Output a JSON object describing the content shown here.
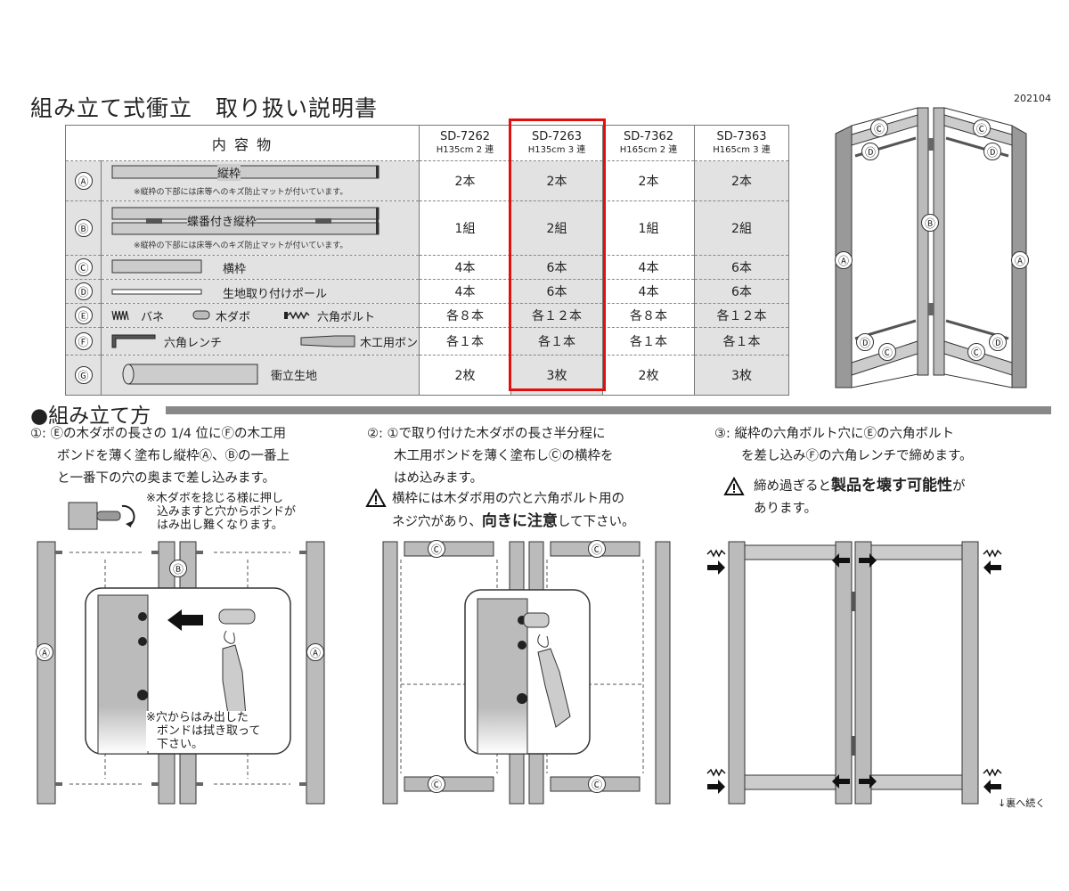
{
  "title": "組み立て式衝立　取り扱い説明書",
  "doc_code": "202104",
  "table": {
    "header_label": "内 容 物",
    "models": [
      {
        "code": "SD-7262",
        "spec": "H135cm 2 連"
      },
      {
        "code": "SD-7263",
        "spec": "H135cm 3 連"
      },
      {
        "code": "SD-7362",
        "spec": "H165cm 2 連"
      },
      {
        "code": "SD-7363",
        "spec": "H165cm 3 連"
      }
    ],
    "rows": [
      {
        "label": "Ⓐ",
        "name": "縦枠",
        "note": "※縦枠の下部には床等へのキズ防止マットが付いています。",
        "qty": [
          "2本",
          "2本",
          "2本",
          "2本"
        ]
      },
      {
        "label": "Ⓑ",
        "name": "蝶番付き縦枠",
        "note": "※縦枠の下部には床等へのキズ防止マットが付いています。",
        "qty": [
          "1組",
          "2組",
          "1組",
          "2組"
        ]
      },
      {
        "label": "Ⓒ",
        "name": "横枠",
        "qty": [
          "4本",
          "6本",
          "4本",
          "6本"
        ]
      },
      {
        "label": "Ⓓ",
        "name": "生地取り付けポール",
        "qty": [
          "4本",
          "6本",
          "4本",
          "6本"
        ]
      },
      {
        "label": "Ⓔ",
        "items": [
          "バネ",
          "木ダボ",
          "六角ボルト"
        ],
        "qty": [
          "各８本",
          "各１２本",
          "各８本",
          "各１２本"
        ]
      },
      {
        "label": "Ⓕ",
        "items": [
          "六角レンチ",
          "木工用ボンド"
        ],
        "qty": [
          "各１本",
          "各１本",
          "各１本",
          "各１本"
        ]
      },
      {
        "label": "Ⓖ",
        "name": "衝立生地",
        "qty": [
          "2枚",
          "3枚",
          "2枚",
          "3枚"
        ]
      }
    ]
  },
  "side_labels": {
    "a": "Ⓐ",
    "b": "Ⓑ",
    "c": "Ⓒ",
    "d": "Ⓓ"
  },
  "section_title": "●組み立て方",
  "steps": {
    "s1": {
      "num": "①:",
      "lines": [
        "Ⓔの木ダボの長さの 1/4 位にⒻの木工用",
        "ボンドを薄く塗布し縦枠Ⓐ、Ⓑの一番上",
        "と一番下の穴の奥まで差し込みます。"
      ],
      "tip": [
        "※木ダボを捻じる様に押し",
        "込みますと穴からボンドが",
        "はみ出し難くなります。"
      ],
      "wipe": [
        "※穴からはみ出した",
        "ボンドは拭き取って",
        "下さい。"
      ]
    },
    "s2": {
      "num": "②:",
      "lines": [
        "①で取り付けた木ダボの長さ半分程に",
        "木工用ボンドを薄く塗布しⒸの横枠を",
        "はめ込みます。"
      ],
      "warn1": "横枠には木ダボ用の穴と六角ボルト用の",
      "warn2_pre": "ネジ穴があり、",
      "warn2_em": "向きに注意",
      "warn2_post": "して下さい。"
    },
    "s3": {
      "num": "③:",
      "lines": [
        "縦枠の六角ボルト穴にⒺの六角ボルト",
        "を差し込みⒻの六角レンチで締めます。"
      ],
      "warn_pre": "締め過ぎると",
      "warn_em": "製品を壊す可能性",
      "warn_post": "が",
      "warn_line2": "あります。"
    }
  },
  "continue_label": "↓裏へ続く",
  "highlight_color": "#e01010"
}
